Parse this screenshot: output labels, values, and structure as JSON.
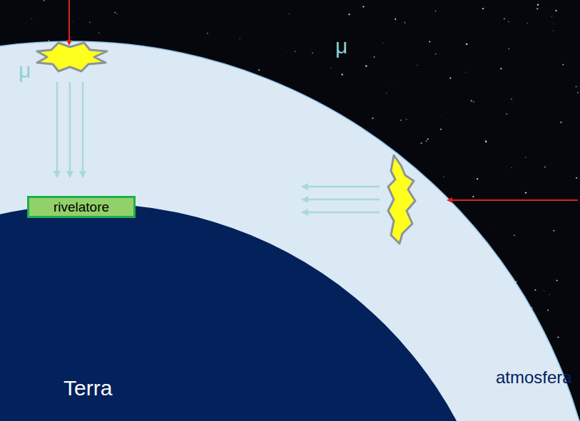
{
  "diagram": {
    "nodes": [
      {
        "text": [
          "rivelatore"
        ]
      }
    ],
    "labels": [
      "μ",
      "μ",
      "Terra",
      "atmosfera"
    ]
  }
}
